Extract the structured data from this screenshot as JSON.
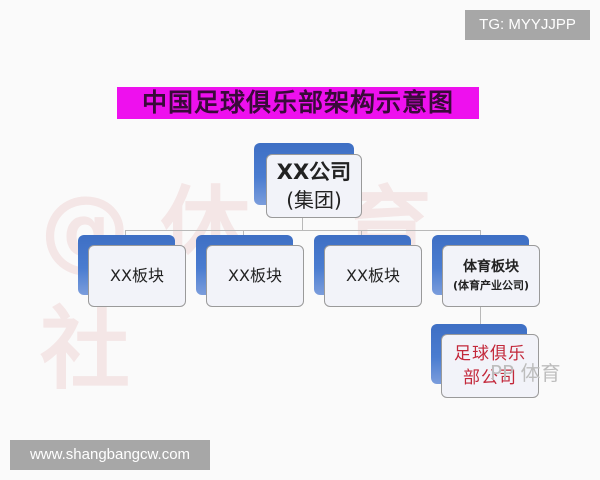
{
  "watermarks": {
    "top_right": "TG: MYYJJPP",
    "bottom_left": "www.shangbangcw.com",
    "background_mark": "@体 育 社",
    "pp_sports": "PP 体育"
  },
  "diagram": {
    "title": "中国足球俱乐部架构示意图",
    "title_bg_color": "#ee10ee",
    "accent_color": "#3e6fc4",
    "highlight_text_color": "#c3283a",
    "root": {
      "line1": "XX公司",
      "line2": "(集团)"
    },
    "divisions": [
      {
        "label": "XX板块"
      },
      {
        "label": "XX板块"
      },
      {
        "label": "XX板块"
      },
      {
        "label": "体育板块",
        "sublabel": "(体育产业公司)"
      }
    ],
    "leaf": {
      "line1": "足球俱乐",
      "line2": "部公司",
      "parent_index": 3
    }
  }
}
